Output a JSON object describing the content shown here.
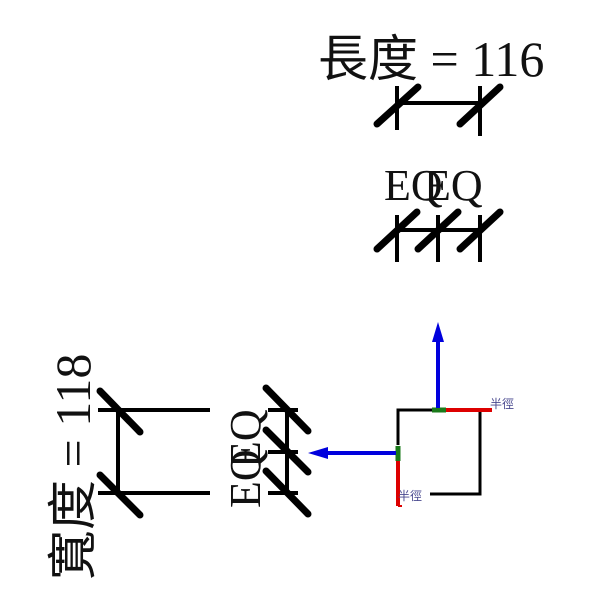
{
  "drawing": {
    "colors": {
      "dimension": "#000000",
      "axis_arrow": "#0000dd",
      "radius_segment": "#dd0000",
      "anchor": "#1a7a1a",
      "label": "#4a4a90"
    },
    "top_length": {
      "label": "長度 = 116"
    },
    "top_equal": {
      "labels": [
        "EQ",
        "EQ"
      ]
    },
    "left_width": {
      "label": "寬度 = 118"
    },
    "left_equal": {
      "labels": [
        "EQ",
        "EQ"
      ]
    },
    "sketch": {
      "radius_label_top": "半徑",
      "radius_label_left": "半徑",
      "arrows": [
        "up-arrow",
        "left-arrow"
      ]
    }
  }
}
